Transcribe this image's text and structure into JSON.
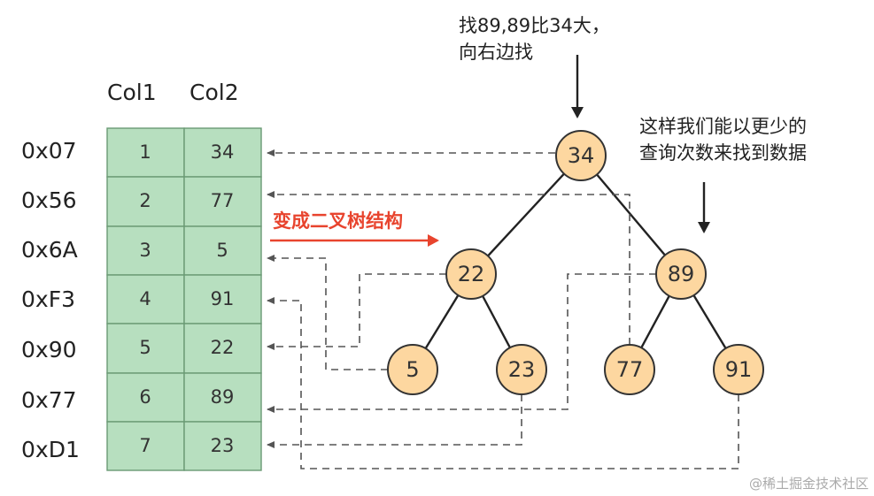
{
  "table": {
    "headers": [
      "Col1",
      "Col2"
    ],
    "addresses": [
      "0x07",
      "0x56",
      "0x6A",
      "0xF3",
      "0x90",
      "0x77",
      "0xD1"
    ],
    "rows": [
      {
        "col1": "1",
        "col2": "34"
      },
      {
        "col1": "2",
        "col2": "77"
      },
      {
        "col1": "3",
        "col2": "5"
      },
      {
        "col1": "4",
        "col2": "91"
      },
      {
        "col1": "5",
        "col2": "22"
      },
      {
        "col1": "6",
        "col2": "89"
      },
      {
        "col1": "7",
        "col2": "23"
      }
    ]
  },
  "tree": {
    "nodes": [
      "34",
      "22",
      "89",
      "5",
      "23",
      "77",
      "91"
    ]
  },
  "annotations": {
    "transform_label": "变成二叉树结构",
    "search_note": "找89,89比34大，\n向右边找",
    "efficiency_note": "这样我们能以更少的\n查询次数来找到数据"
  },
  "colors": {
    "cell_fill": "#b7dfbf",
    "cell_border": "#6a9a74",
    "node_fill": "#fdd7a0",
    "node_border": "#333333",
    "arrow_red": "#e8442e",
    "dashed_line": "#555555"
  },
  "watermark": "@稀土掘金技术社区"
}
